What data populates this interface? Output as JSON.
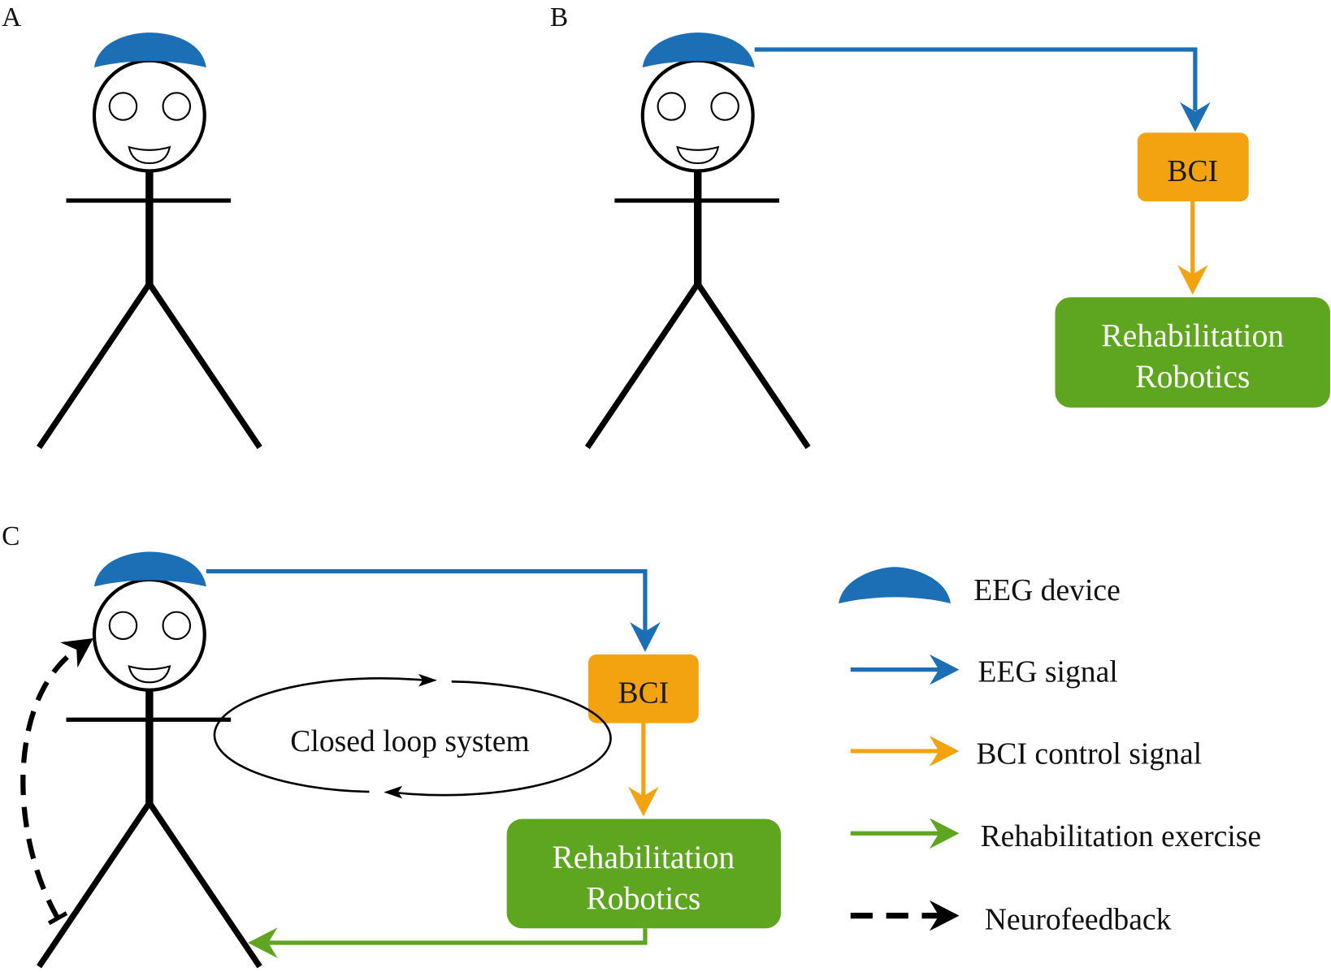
{
  "panel_labels": {
    "a": "A",
    "b": "B",
    "c": "C"
  },
  "panel_b": {
    "bci": "BCI",
    "robotics": [
      "Rehabilitation",
      "Robotics"
    ]
  },
  "panel_c": {
    "bci": "BCI",
    "robotics": [
      "Rehabilitation",
      "Robotics"
    ],
    "loop_label": "Closed loop system"
  },
  "legend": [
    {
      "label": "EEG device",
      "icon": "eeg-cap-icon"
    },
    {
      "label": "EEG signal",
      "icon": "blue-arrow-icon"
    },
    {
      "label": "BCI control signal",
      "icon": "orange-arrow-icon"
    },
    {
      "label": "Rehabilitation exercise",
      "icon": "green-arrow-icon"
    },
    {
      "label": "Neurofeedback",
      "icon": "dashed-arrow-icon"
    }
  ],
  "colors": {
    "eeg_blue": "#1c6fb4",
    "bci_orange": "#f2a30f",
    "rehab_green": "#5ea520",
    "feedback_black": "#000000"
  }
}
